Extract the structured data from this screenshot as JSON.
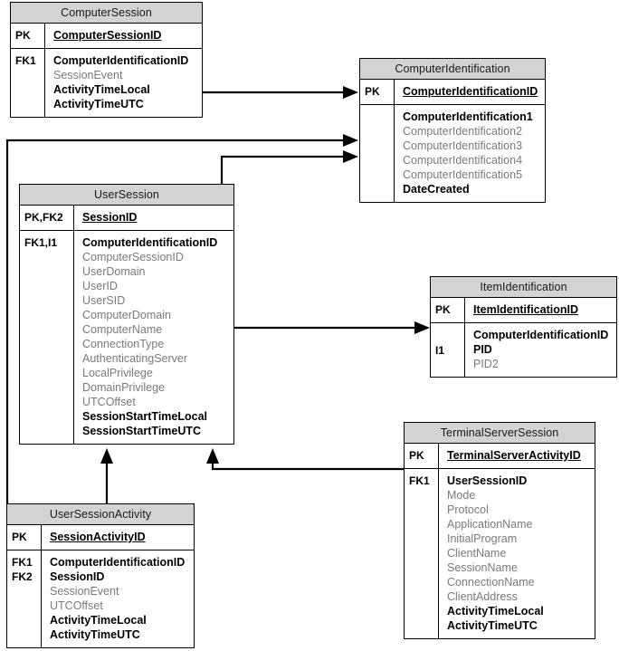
{
  "diagram": {
    "title": "Database entity relationship diagram",
    "notation": "IDEF1X",
    "header_fill": "#d3d3d3",
    "line_color": "#000000",
    "required_attr_color": "#000000",
    "optional_attr_color": "#7a7a7a"
  },
  "entities": [
    {
      "name": "ComputerSession",
      "keys_pk": [
        "PK"
      ],
      "pk_attrs": [
        "ComputerSessionID"
      ],
      "keys_body": [
        "FK1"
      ],
      "attrs": [
        {
          "label": "ComputerIdentificationID",
          "required": true
        },
        {
          "label": "SessionEvent",
          "required": false
        },
        {
          "label": "ActivityTimeLocal",
          "required": true
        },
        {
          "label": "ActivityTimeUTC",
          "required": true
        }
      ]
    },
    {
      "name": "ComputerIdentification",
      "keys_pk": [
        "PK"
      ],
      "pk_attrs": [
        "ComputerIdentificationID"
      ],
      "keys_body": [],
      "attrs": [
        {
          "label": "ComputerIdentification1",
          "required": true
        },
        {
          "label": "ComputerIdentification2",
          "required": false
        },
        {
          "label": "ComputerIdentification3",
          "required": false
        },
        {
          "label": "ComputerIdentification4",
          "required": false
        },
        {
          "label": "ComputerIdentification5",
          "required": false
        },
        {
          "label": "DateCreated",
          "required": true
        }
      ]
    },
    {
      "name": "UserSession",
      "keys_pk": [
        "PK,FK2"
      ],
      "pk_attrs": [
        "SessionID"
      ],
      "keys_body": [
        "FK1,I1"
      ],
      "attrs": [
        {
          "label": "ComputerIdentificationID",
          "required": true
        },
        {
          "label": "ComputerSessionID",
          "required": false
        },
        {
          "label": "UserDomain",
          "required": false
        },
        {
          "label": "UserID",
          "required": false
        },
        {
          "label": "UserSID",
          "required": false
        },
        {
          "label": "ComputerDomain",
          "required": false
        },
        {
          "label": "ComputerName",
          "required": false
        },
        {
          "label": "ConnectionType",
          "required": false
        },
        {
          "label": "AuthenticatingServer",
          "required": false
        },
        {
          "label": "LocalPrivilege",
          "required": false
        },
        {
          "label": "DomainPrivilege",
          "required": false
        },
        {
          "label": "UTCOffset",
          "required": false
        },
        {
          "label": "SessionStartTimeLocal",
          "required": true
        },
        {
          "label": "SessionStartTimeUTC",
          "required": true
        }
      ]
    },
    {
      "name": "ItemIdentification",
      "keys_pk": [
        "PK"
      ],
      "pk_attrs": [
        "ItemIdentificationID"
      ],
      "keys_body": [
        "I1"
      ],
      "attrs": [
        {
          "label": "ComputerIdentificationID",
          "required": true
        },
        {
          "label": "PID",
          "required": true
        },
        {
          "label": "PID2",
          "required": false
        }
      ]
    },
    {
      "name": "TerminalServerSession",
      "keys_pk": [
        "PK"
      ],
      "pk_attrs": [
        "TerminalServerActivityID"
      ],
      "keys_body": [
        "FK1"
      ],
      "attrs": [
        {
          "label": "UserSessionID",
          "required": true
        },
        {
          "label": "Mode",
          "required": false
        },
        {
          "label": "Protocol",
          "required": false
        },
        {
          "label": "ApplicationName",
          "required": false
        },
        {
          "label": "InitialProgram",
          "required": false
        },
        {
          "label": "ClientName",
          "required": false
        },
        {
          "label": "SessionName",
          "required": false
        },
        {
          "label": "ConnectionName",
          "required": false
        },
        {
          "label": "ClientAddress",
          "required": false
        },
        {
          "label": "ActivityTimeLocal",
          "required": true
        },
        {
          "label": "ActivityTimeUTC",
          "required": true
        }
      ]
    },
    {
      "name": "UserSessionActivity",
      "keys_pk": [
        "PK"
      ],
      "pk_attrs": [
        "SessionActivityID"
      ],
      "keys_body": [
        "FK1",
        "FK2"
      ],
      "attrs": [
        {
          "label": "ComputerIdentificationID",
          "required": true
        },
        {
          "label": "SessionID",
          "required": true
        },
        {
          "label": "SessionEvent",
          "required": false
        },
        {
          "label": "UTCOffset",
          "required": false
        },
        {
          "label": "ActivityTimeLocal",
          "required": true
        },
        {
          "label": "ActivityTimeUTC",
          "required": true
        }
      ]
    }
  ],
  "relationships": [
    {
      "from": "ComputerSession",
      "to": "ComputerIdentification"
    },
    {
      "from": "UserSessionActivity",
      "to": "ComputerIdentification"
    },
    {
      "from": "UserSession",
      "to": "ComputerIdentification"
    },
    {
      "from": "UserSession",
      "to": "ItemIdentification"
    },
    {
      "from": "UserSessionActivity",
      "to": "UserSession"
    },
    {
      "from": "TerminalServerSession",
      "to": "UserSession"
    }
  ]
}
